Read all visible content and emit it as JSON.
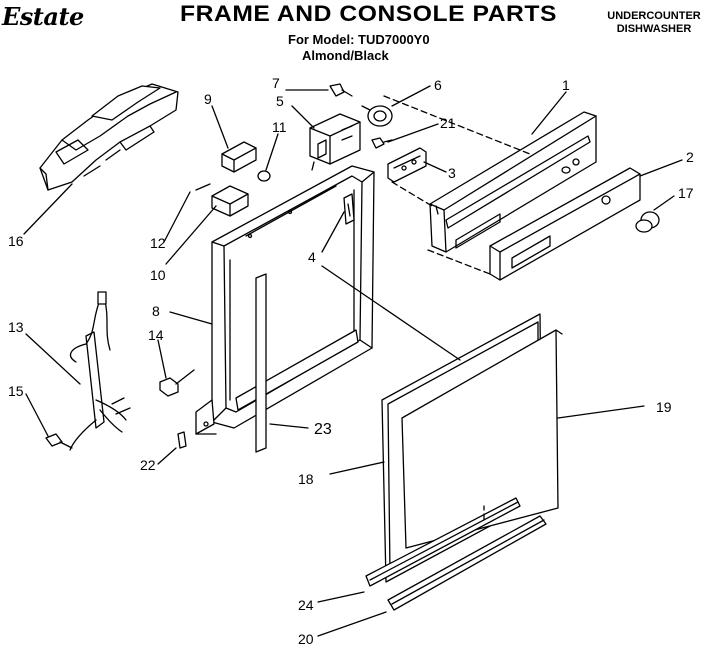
{
  "header": {
    "brand": "Estate",
    "title": "FRAME AND CONSOLE PARTS",
    "model_line": "For Model: TUD7000Y0",
    "color_line": "Almond/Black",
    "category_line1": "UNDERCOUNTER",
    "category_line2": "DISHWASHER"
  },
  "callouts": {
    "c1": "1",
    "c2": "2",
    "c3": "3",
    "c4": "4",
    "c5": "5",
    "c6": "6",
    "c7": "7",
    "c8": "8",
    "c9": "9",
    "c10": "10",
    "c11": "11",
    "c12": "12",
    "c13": "13",
    "c14": "14",
    "c15": "15",
    "c16": "16",
    "c17": "17",
    "c18": "18",
    "c19": "19",
    "c20": "20",
    "c21": "21",
    "c22": "22",
    "c23": "23",
    "c24": "24"
  }
}
